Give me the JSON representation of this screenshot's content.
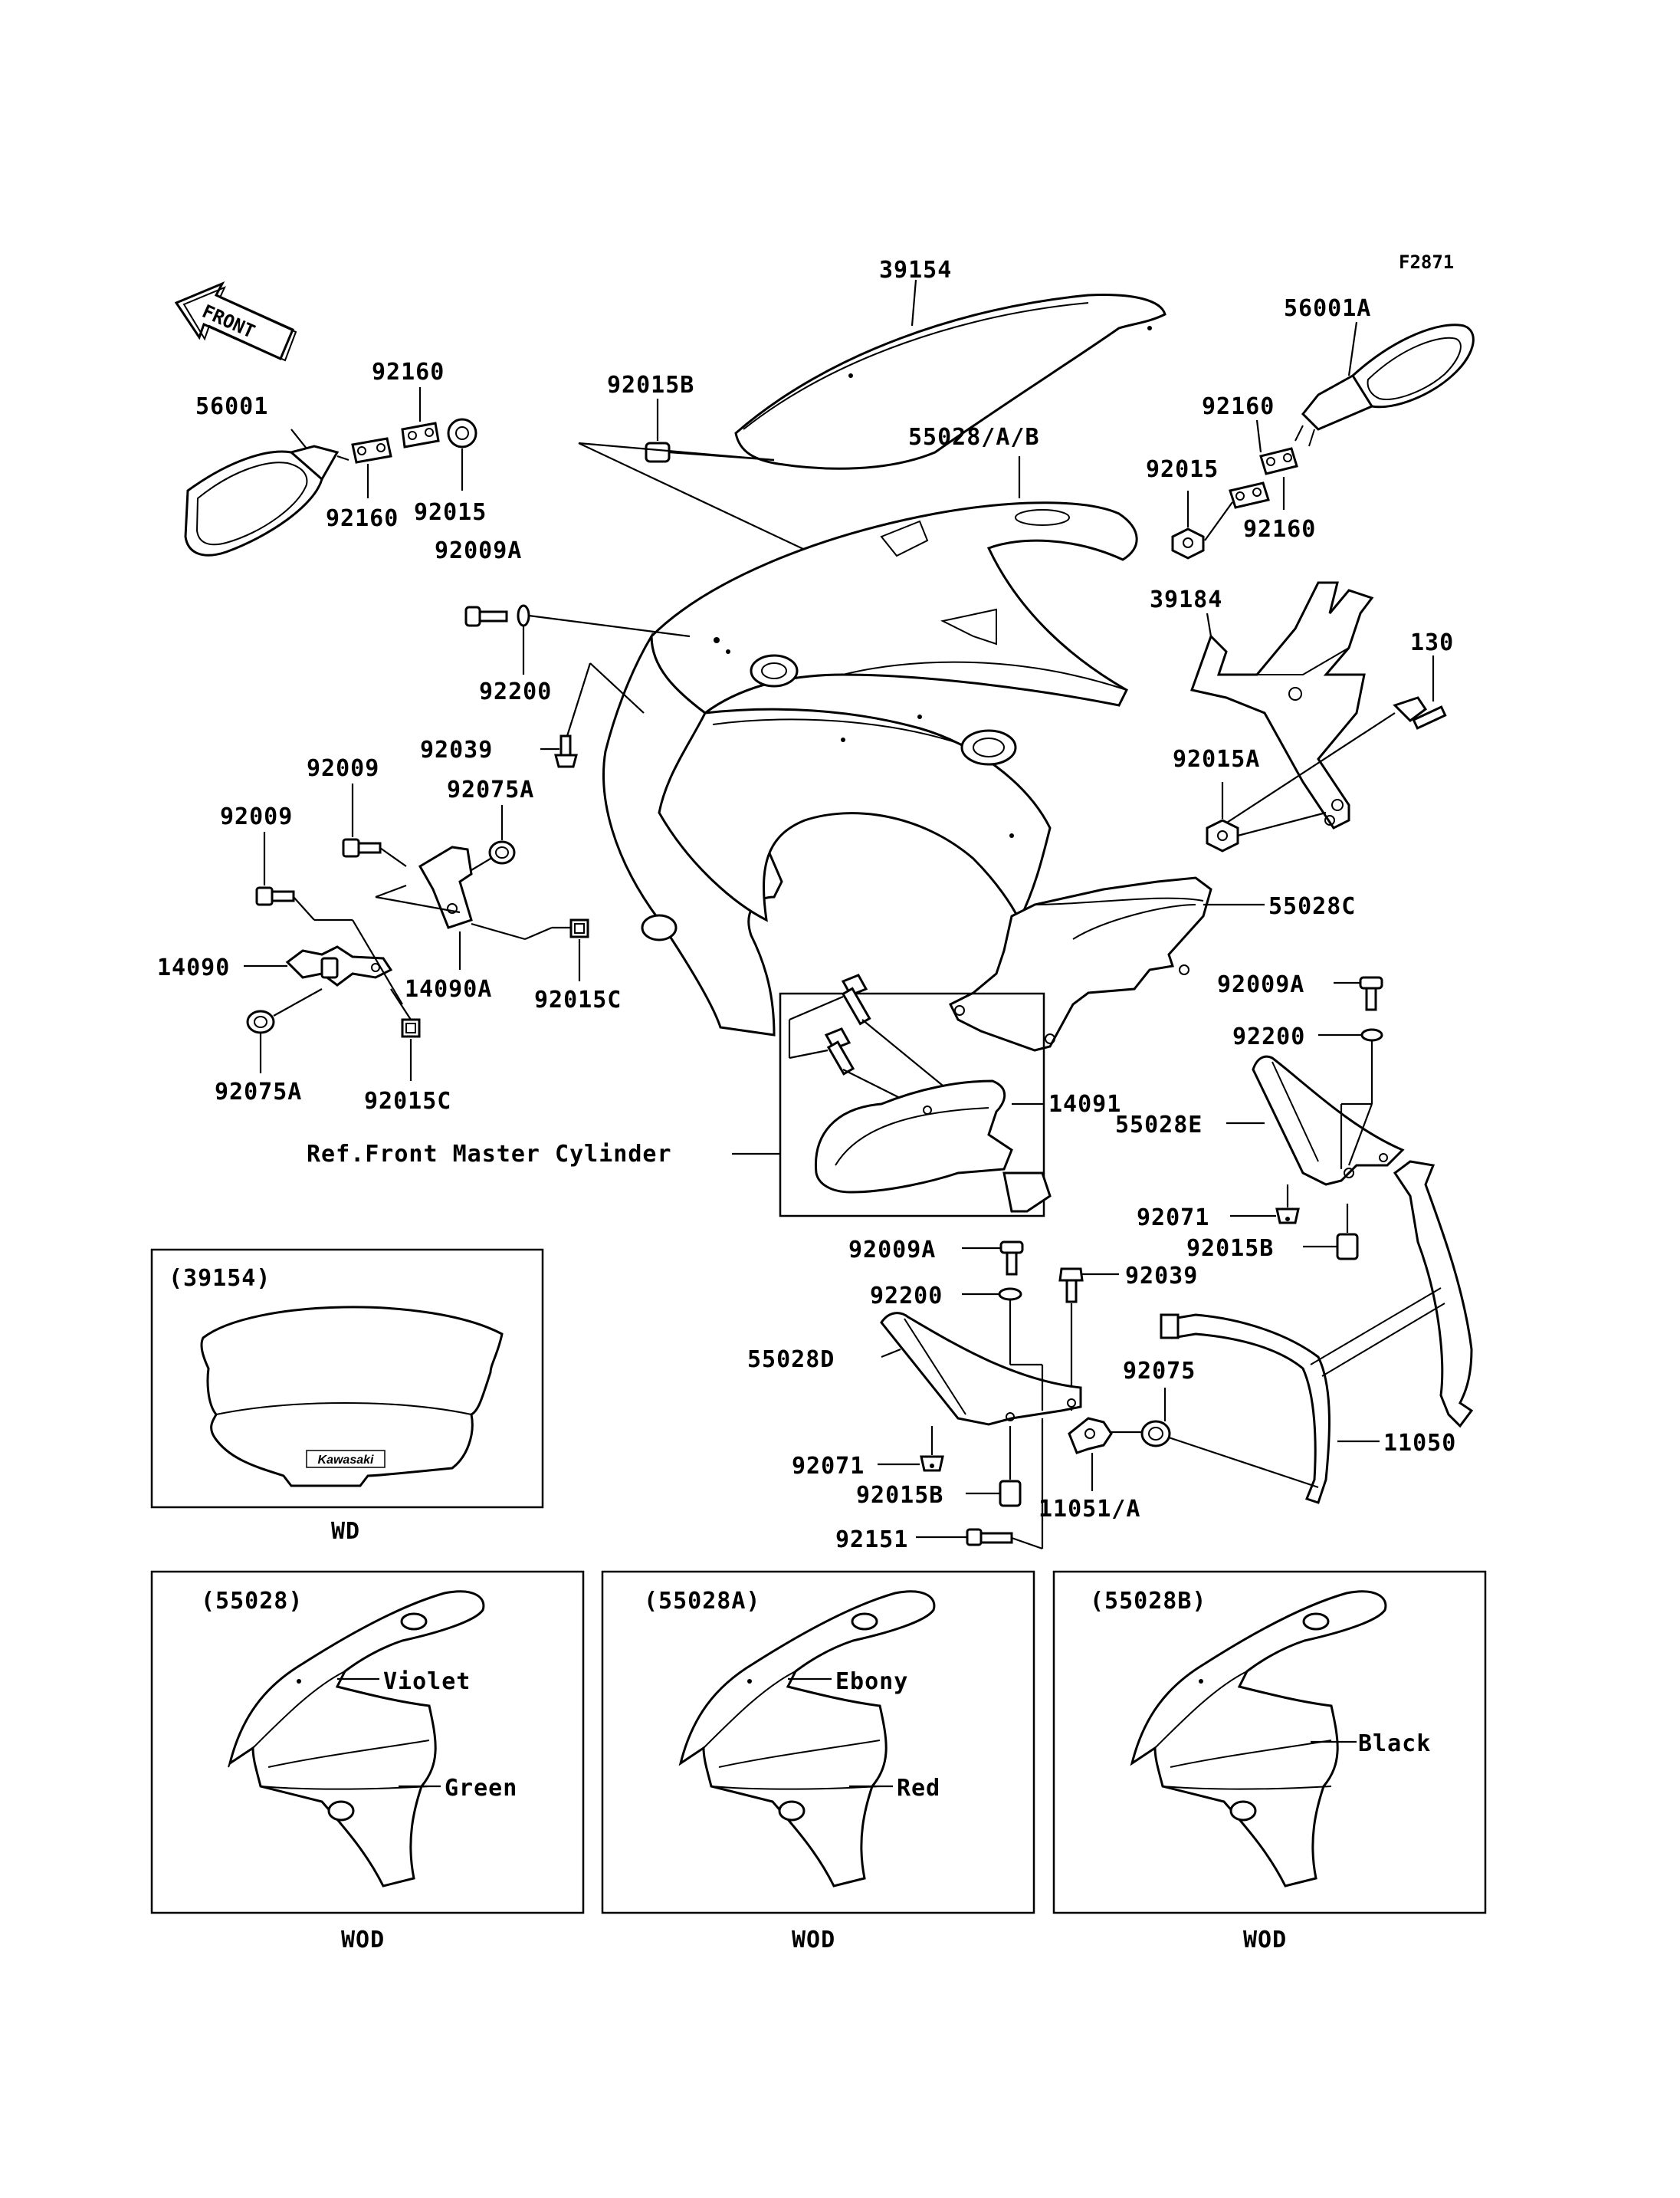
{
  "figure_code": "F2871",
  "front_arrow": {
    "text": "FRONT",
    "icon": "front-arrow-icon"
  },
  "reference_note": "Ref.Front Master Cylinder",
  "part_numbers": {
    "p39154": "39154",
    "p56001a": "56001A",
    "p56001": "56001",
    "p92160_top": "92160",
    "p92015b_top": "92015B",
    "p55028ab": "55028/A/B",
    "p92160_right_top": "92160",
    "p92015_left": "92015",
    "p92160_left_bottom": "92160",
    "p92015_right": "92015",
    "p92160_right_bottom": "92160",
    "p92009a_top": "92009A",
    "p39184": "39184",
    "p92200_top": "92200",
    "p130": "130",
    "p92039_top": "92039",
    "p92015a": "92015A",
    "p92009_upper": "92009",
    "p92075a_top": "92075A",
    "p92009_lower": "92009",
    "p55028c": "55028C",
    "p14090": "14090",
    "p14090a": "14090A",
    "p92015c_right": "92015C",
    "p92009a_right": "92009A",
    "p92075a_bottom": "92075A",
    "p92015c_bottom": "92015C",
    "p92200_right": "92200",
    "p14091": "14091",
    "p55028e": "55028E",
    "p92071_right": "92071",
    "p92015b_right": "92015B",
    "p92009a_lower": "92009A",
    "p92039_lower": "92039",
    "p92200_lower": "92200",
    "p55028d": "55028D",
    "p92075": "92075",
    "p11050": "11050",
    "p92071_lower": "92071",
    "p92015b_lower": "92015B",
    "p11051a": "11051/A",
    "p92151": "92151"
  },
  "insets": [
    {
      "id": "windshield",
      "title": "(39154)",
      "caption": "WD",
      "logo_text": "Kawasaki",
      "colors": []
    },
    {
      "id": "cowl-55028",
      "title": "(55028)",
      "caption": "WOD",
      "colors": [
        "Violet",
        "Green"
      ]
    },
    {
      "id": "cowl-55028a",
      "title": "(55028A)",
      "caption": "WOD",
      "colors": [
        "Ebony",
        "Red"
      ]
    },
    {
      "id": "cowl-55028b",
      "title": "(55028B)",
      "caption": "WOD",
      "colors": [
        "Black"
      ]
    }
  ]
}
